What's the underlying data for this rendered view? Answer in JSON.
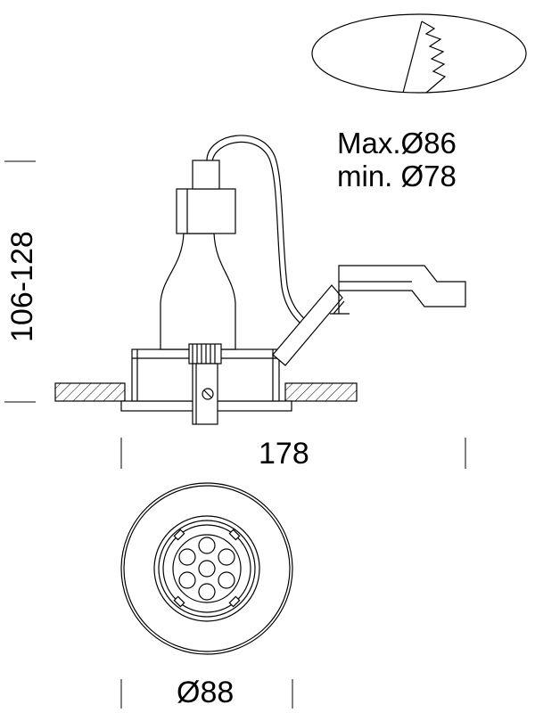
{
  "dimensions": {
    "cutout_max": "Max.Ø86",
    "cutout_min": "min. Ø78",
    "height_range": "106-128",
    "overall_width": "178",
    "front_diameter": "Ø88"
  },
  "colors": {
    "line": "#000000",
    "fill": "#ffffff"
  }
}
